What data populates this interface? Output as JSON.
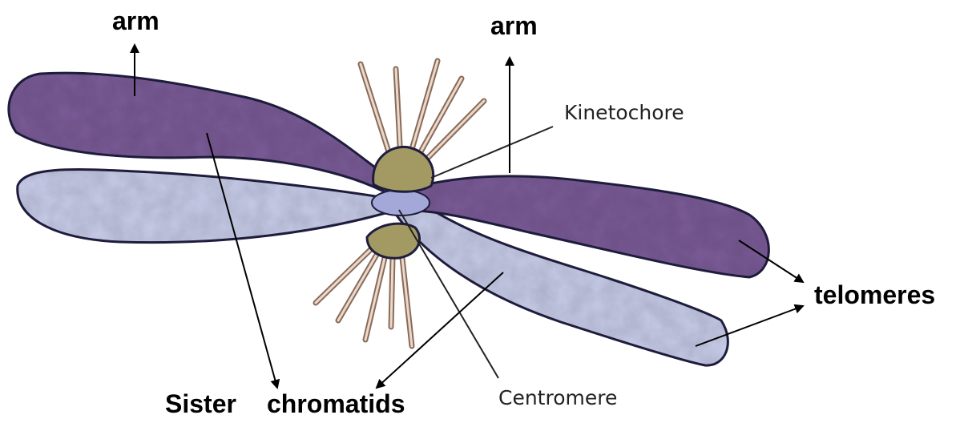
{
  "labels": {
    "arm_left": "arm",
    "arm_right": "arm",
    "kinetochore": "Kinetochore",
    "telomeres": "telomeres",
    "sister": "Sister",
    "chromatids": "chromatids",
    "centromere": "Centromere"
  },
  "colors": {
    "dark_chromatid": "#7b5b98",
    "light_chromatid": "#c8cdea",
    "kinetochore_fill": "#a29a62",
    "spindle_fiber": "#b2907a"
  }
}
